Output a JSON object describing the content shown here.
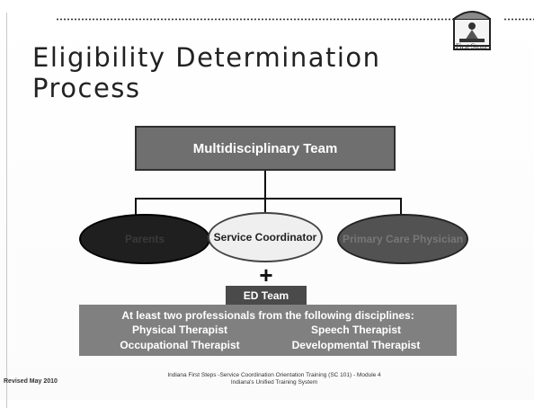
{
  "slide": {
    "title": "Eligibility Determination Process",
    "logo_text": "First Steps",
    "team_box": "Multidisciplinary Team",
    "ellipses": {
      "parents": "Parents",
      "service_coordinator": "Service Coordinator",
      "primary_care": "Primary Care Physician"
    },
    "plus_sign": "+",
    "ed_team": "ED Team",
    "professionals": {
      "heading": "At least two professionals from the following disciplines:",
      "items": [
        "Physical Therapist",
        "Speech Therapist",
        "Occupational Therapist",
        "Developmental Therapist"
      ]
    },
    "revised": "Revised May 2010",
    "footer": {
      "line1": "Indiana First Steps -Service Coordination Orientation Training  (SC 101)  - Module 4",
      "line2": "Indiana's Unified Training System"
    }
  }
}
